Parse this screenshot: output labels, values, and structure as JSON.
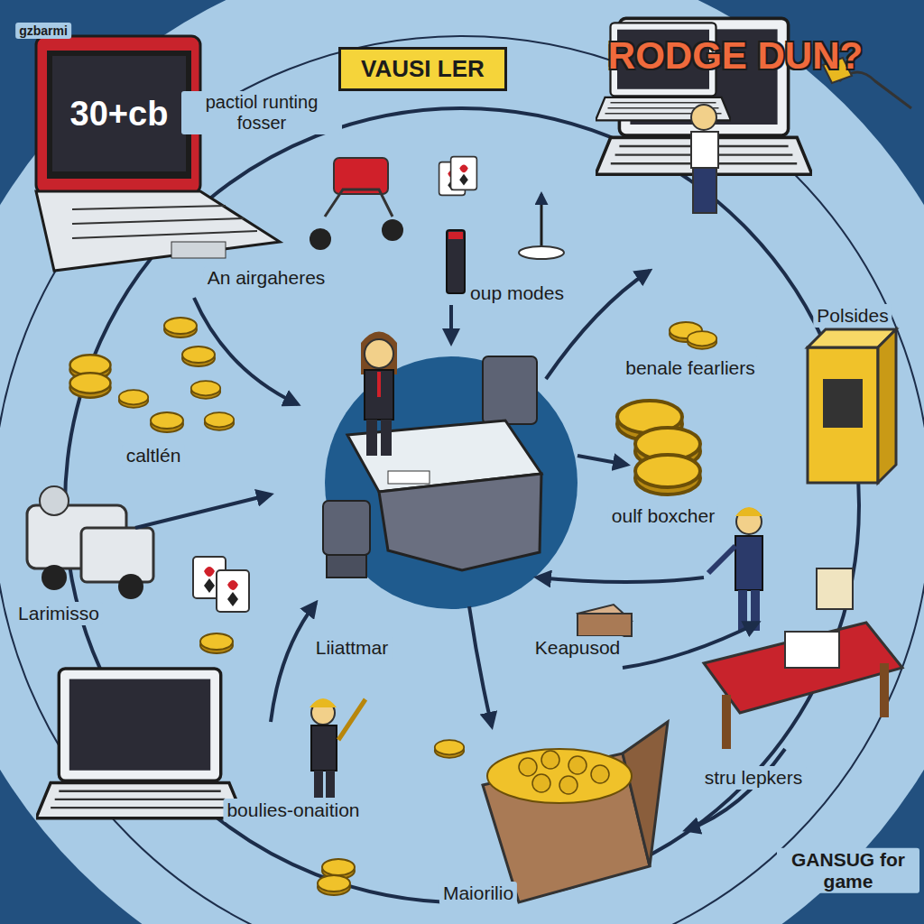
{
  "diagram": {
    "nodes": [
      {
        "text": [
          "VAUSI LER"
        ]
      },
      {
        "text": [
          "30+cb"
        ]
      }
    ],
    "labels": [
      "gzbarmi",
      "pactiol runting fosser",
      "RODGE DUN?",
      "An airgaheres",
      "oup modes",
      "Polsides",
      "benale fearliers",
      "caltlén",
      "oulf boxcher",
      "Larimisso",
      "Liiattmar",
      "Keapusod",
      "stru lepkers",
      "boulies-onaition",
      "Maiorilio",
      "GANSUG for game"
    ]
  }
}
